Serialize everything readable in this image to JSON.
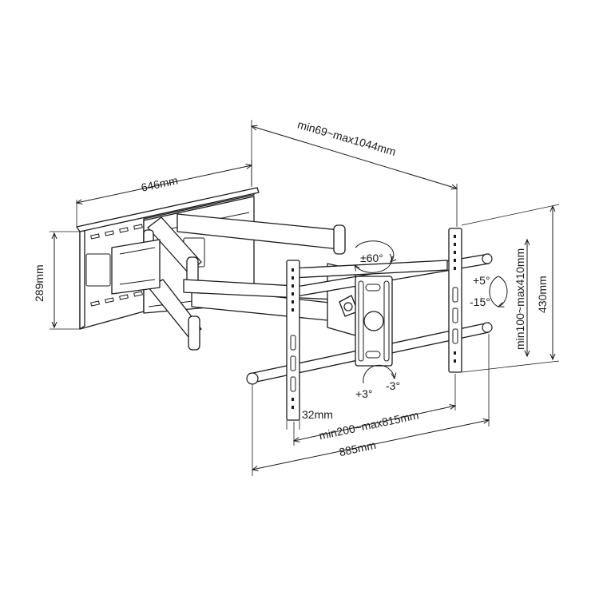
{
  "dimensions": {
    "wall_plate_width": "646mm",
    "wall_plate_height": "289mm",
    "extension": "min69~max1044mm",
    "arm_span": "885mm",
    "vesa_horizontal": "min200~max815mm",
    "vesa_vertical": "min100~max410mm",
    "total_height": "430mm",
    "rail_offset": "32mm"
  },
  "adjustments": {
    "swivel": "±60°",
    "tilt_up": "+5°",
    "tilt_down": "-15°",
    "rotate_left": "+3°",
    "rotate_right": "-3°"
  },
  "colors": {
    "line": "#1a1a1a",
    "background": "#ffffff"
  }
}
